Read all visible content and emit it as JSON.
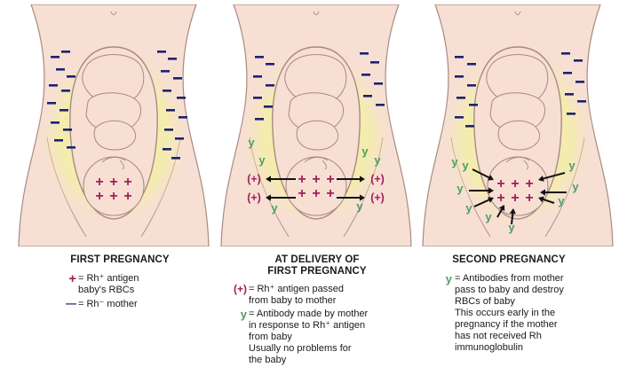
{
  "colors": {
    "skin": "#f7dfd4",
    "skin_outline": "#a88a80",
    "glow": "#f3f1a0",
    "rh_plus": "#a0205a",
    "rh_minus": "#1c2270",
    "antibody": "#4f9e64",
    "arrow": "#111111"
  },
  "panels": [
    {
      "title_lines": [
        "FIRST PREGNANCY"
      ],
      "legend": [
        {
          "symbol": "+",
          "symbol_color": "#a0205a",
          "text": "= Rh⁺ antigen\nbaby's RBCs"
        },
        {
          "symbol": "—",
          "symbol_color": "#1c2270",
          "text": "= Rh⁻ mother"
        }
      ]
    },
    {
      "title_lines": [
        "AT DELIVERY OF",
        "FIRST PREGNANCY"
      ],
      "legend": [
        {
          "symbol": "(+)",
          "symbol_color": "#a0205a",
          "text": "= Rh⁺ antigen passed\nfrom baby to mother"
        },
        {
          "symbol": "y",
          "symbol_color": "#4f9e64",
          "text": "= Antibody made by mother\nin response to Rh⁺ antigen\nfrom baby\nUsually no problems for\nthe baby"
        }
      ]
    },
    {
      "title_lines": [
        "SECOND PREGNANCY"
      ],
      "legend": [
        {
          "symbol": "y",
          "symbol_color": "#4f9e64",
          "text": "= Antibodies from mother\npass to baby and destroy\nRBCs of baby\nThis occurs early in the\npregnancy if the mother\nhas not received Rh\nimmunoglobulin"
        }
      ]
    }
  ],
  "diagram_marks": {
    "plus": "+",
    "paren_plus": "(+)",
    "y": "y"
  }
}
